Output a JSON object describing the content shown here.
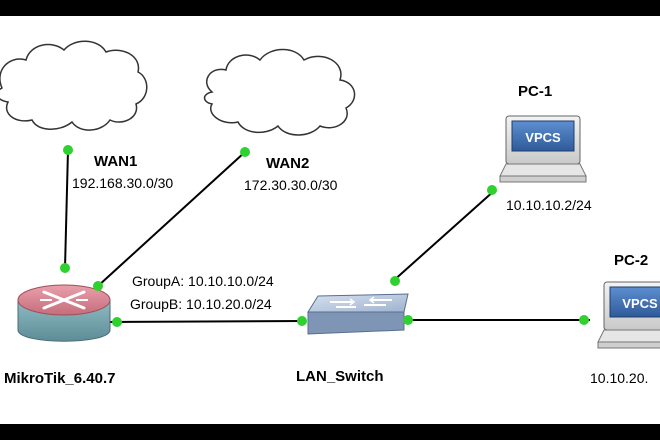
{
  "clouds": [
    {
      "id": "wan1-cloud"
    },
    {
      "id": "wan2-cloud"
    }
  ],
  "labels": {
    "wan1_name": "WAN1",
    "wan1_subnet": "192.168.30.0/30",
    "wan2_name": "WAN2",
    "wan2_subnet": "172.30.30.0/30",
    "groupA": "GroupA: 10.10.10.0/24",
    "groupB": "GroupB: 10.10.20.0/24",
    "router_name": "MikroTik_6.40.7",
    "switch_name": "LAN_Switch",
    "pc1_name": "PC-1",
    "pc1_ip": "10.10.10.2/24",
    "pc2_name": "PC-2",
    "pc2_ip": "10.10.20.",
    "vpcs": "VPCS"
  },
  "colors": {
    "link_dot": "#2fd12f",
    "router_top": "#d98592",
    "router_side": "#7aa7b0",
    "switch_top": "#b9c9de",
    "switch_side": "#7f95b6",
    "monitor_screen": "#3f6fb0"
  }
}
